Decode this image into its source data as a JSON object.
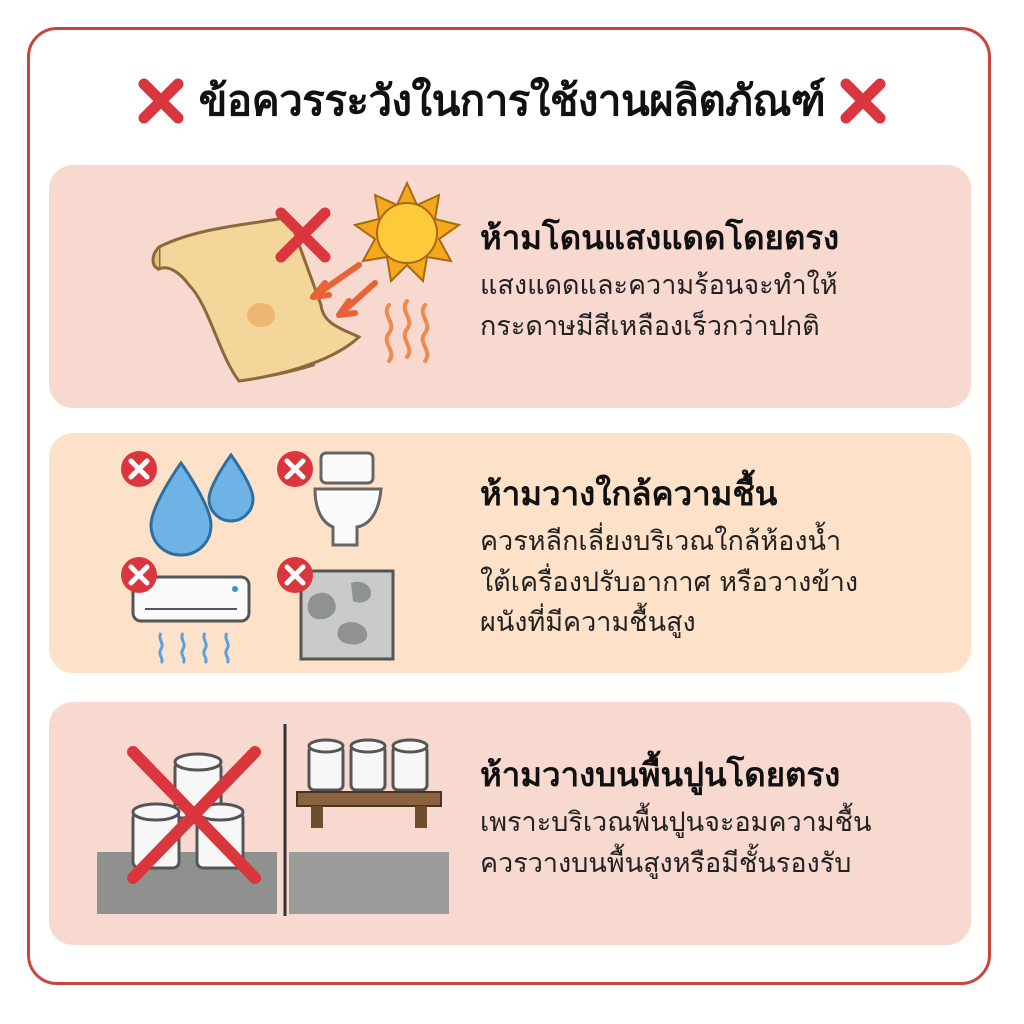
{
  "header": {
    "title": "ข้อควรระวังในการใช้งานผลิตภัณฑ์",
    "left_icon": "red-x-icon",
    "right_icon": "red-x-icon"
  },
  "colors": {
    "frame_border": "#c8463e",
    "card_pink": "#f8d9cf",
    "card_peach": "#fde2c9",
    "accent_red": "#d9363e"
  },
  "cards": [
    {
      "heading": "ห้ามโดนแสงแดดโดยตรง",
      "lines": [
        "แสงแดดและความร้อนจะทำให้",
        "กระดาษมีสีเหลืองเร็วกว่าปกติ"
      ],
      "icons": [
        "paper-scroll-icon",
        "sun-icon",
        "heat-waves-icon",
        "red-x-icon"
      ]
    },
    {
      "heading": "ห้ามวางใกล้ความชื้น",
      "lines": [
        "ควรหลีกเลี่ยงบริเวณใกล้ห้องน้ำ",
        "ใต้เครื่องปรับอากาศ หรือวางข้าง",
        "ผนังที่มีความชื้นสูง"
      ],
      "icons": [
        "water-drops-icon",
        "toilet-icon",
        "air-conditioner-icon",
        "damp-wall-icon"
      ]
    },
    {
      "heading": "ห้ามวางบนพื้นปูนโดยตรง",
      "lines": [
        "เพราะบริเวณพื้นปูนจะอมความชื้น",
        "ควรวางบนพื้นสูงหรือมีชั้นรองรับ"
      ],
      "icons": [
        "tissue-rolls-on-floor-icon",
        "tissue-rolls-on-shelf-icon",
        "red-x-icon"
      ]
    }
  ]
}
